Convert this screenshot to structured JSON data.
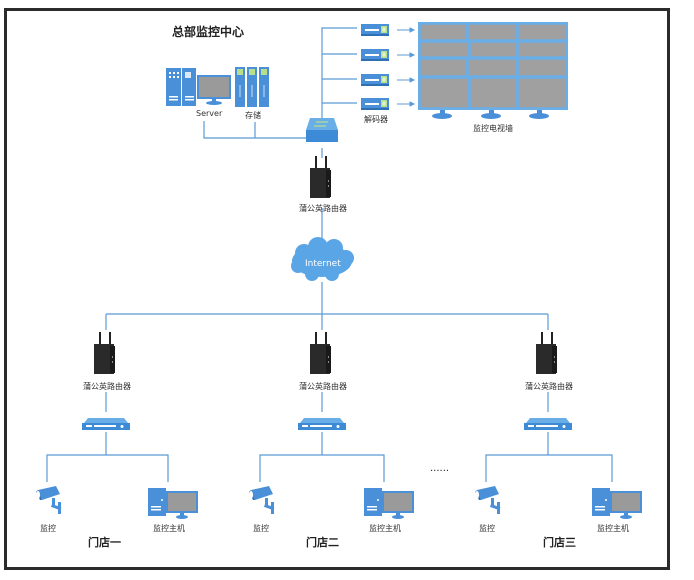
{
  "hq": {
    "title": "总部监控中心",
    "server_label": "Server",
    "storage_label": "存储",
    "decoder_label": "解码器",
    "videowall_label": "监控电视墙",
    "router_label": "蒲公英路由器",
    "internet_label": "Internet"
  },
  "stores": [
    {
      "router_label": "蒲公英路由器",
      "camera_label": "监控",
      "host_label": "监控主机",
      "name": "门店一"
    },
    {
      "router_label": "蒲公英路由器",
      "camera_label": "监控",
      "host_label": "监控主机",
      "name": "门店二"
    },
    {
      "router_label": "蒲公英路由器",
      "camera_label": "监控",
      "host_label": "监控主机",
      "name": "门店三"
    }
  ],
  "ellipsis": "······",
  "colors": {
    "line": "#5b9bd5",
    "device_blue": "#4a90d9",
    "screen_gray": "#a0a0a0",
    "router_black": "#2a2a2a",
    "cloud": "#5aa5e6",
    "accent_green": "#b8e08c"
  }
}
